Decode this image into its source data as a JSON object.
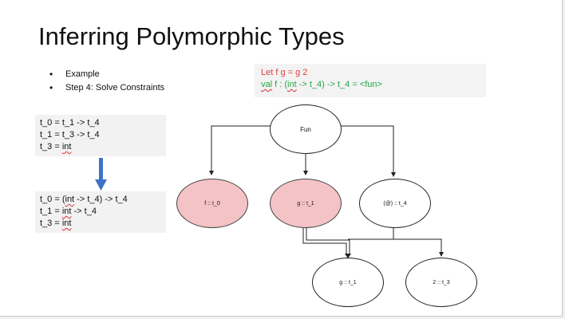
{
  "slide": {
    "title": "Inferring Polymorphic Types",
    "bullets": [
      "Example",
      "Step 4: Solve Constraints"
    ],
    "code": {
      "line1": "Let f g = g 2",
      "line2_val": "val",
      "line2_rest_a": " f : (",
      "line2_int": "int",
      "line2_rest_b": " -> t_4) -> t_4 = <fun>"
    },
    "constraints_before": {
      "l1": "t_0 = t_1 -> t_4",
      "l2": "t_1 = t_3 -> t_4",
      "l3_a": "t_3 = ",
      "l3_int": "int"
    },
    "constraints_after": {
      "l1_a": "t_0 = (",
      "l1_int": "int",
      "l1_b": " -> t_4) -> t_4",
      "l2_a": "t_1 = ",
      "l2_int": "int",
      "l2_b": " -> t_4",
      "l3_a": "t_3 = ",
      "l3_int": "int"
    },
    "tree": {
      "root": "Fun",
      "f": "f :: t_0",
      "g": "g :: t_1",
      "app": "(@) :: t_4",
      "g2": "g :: t_1",
      "two": "2 :: t_3"
    },
    "colors": {
      "code_red": "#e23d3d",
      "code_green": "#26a646",
      "arrow_blue": "#3f72c4",
      "node_pink": "#f4c3c6"
    }
  }
}
